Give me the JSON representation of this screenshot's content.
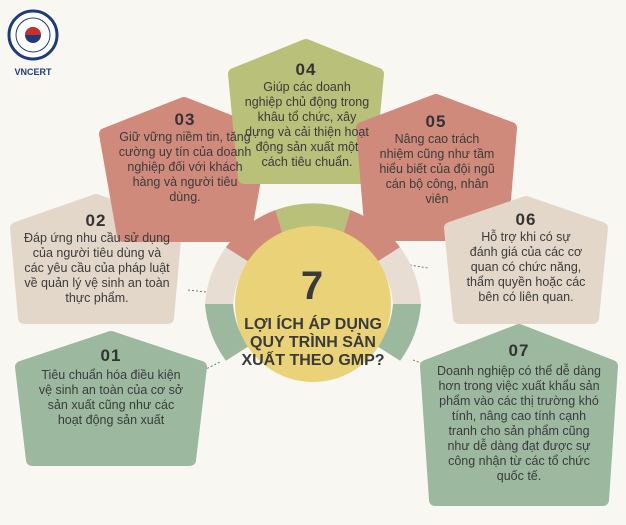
{
  "logo": {
    "name": "VNCERT"
  },
  "center": {
    "number": "7",
    "title": "LỢI ÍCH ÁP DỤNG QUY TRÌNH SẢN XUẤT THEO GMP?"
  },
  "benefits": [
    {
      "number": "01",
      "text": "Tiêu chuẩn hóa điều kiện vệ sinh an toàn của cơ sở sản xuất cũng như các hoạt động sản xuất"
    },
    {
      "number": "02",
      "text": "Đáp ứng nhu cầu sử dụng của người tiêu dùng và các yêu cầu của pháp luật về quản lý vệ sinh an toàn thực phẩm."
    },
    {
      "number": "03",
      "text": "Giữ vững niềm tin, tăng cường uy tín của doanh nghiệp đối với khách hàng và người tiêu dùng."
    },
    {
      "number": "04",
      "text": "Giúp các doanh nghiệp chủ động trong khâu tổ chức, xây dựng và cải thiện hoạt động sản xuất một cách tiêu chuẩn."
    },
    {
      "number": "05",
      "text": "Nâng cao trách nhiệm cũng như tầm hiểu biết của đội ngũ cán bộ công, nhân viên"
    },
    {
      "number": "06",
      "text": "Hỗ trợ khi có sự đánh giá của các cơ quan có chức năng, thẩm quyền hoặc các bên có liên quan."
    },
    {
      "number": "07",
      "text": "Doanh nghiệp có thể dễ dàng hơn trong việc xuất khẩu sản phẩm vào các thị trường khó tính, nâng cao tính cạnh tranh cho sản phẩm cũng như dễ dàng đạt được sự công nhận từ các tổ chức quốc tế."
    }
  ],
  "colors": {
    "background": "#f8f7f1",
    "green": "#9cb9a0",
    "beige": "#e3d7ca",
    "rose": "#cf8a7c",
    "olive": "#b8c07a",
    "center": "#e9d277",
    "ring_light": "#e7ddd2"
  }
}
